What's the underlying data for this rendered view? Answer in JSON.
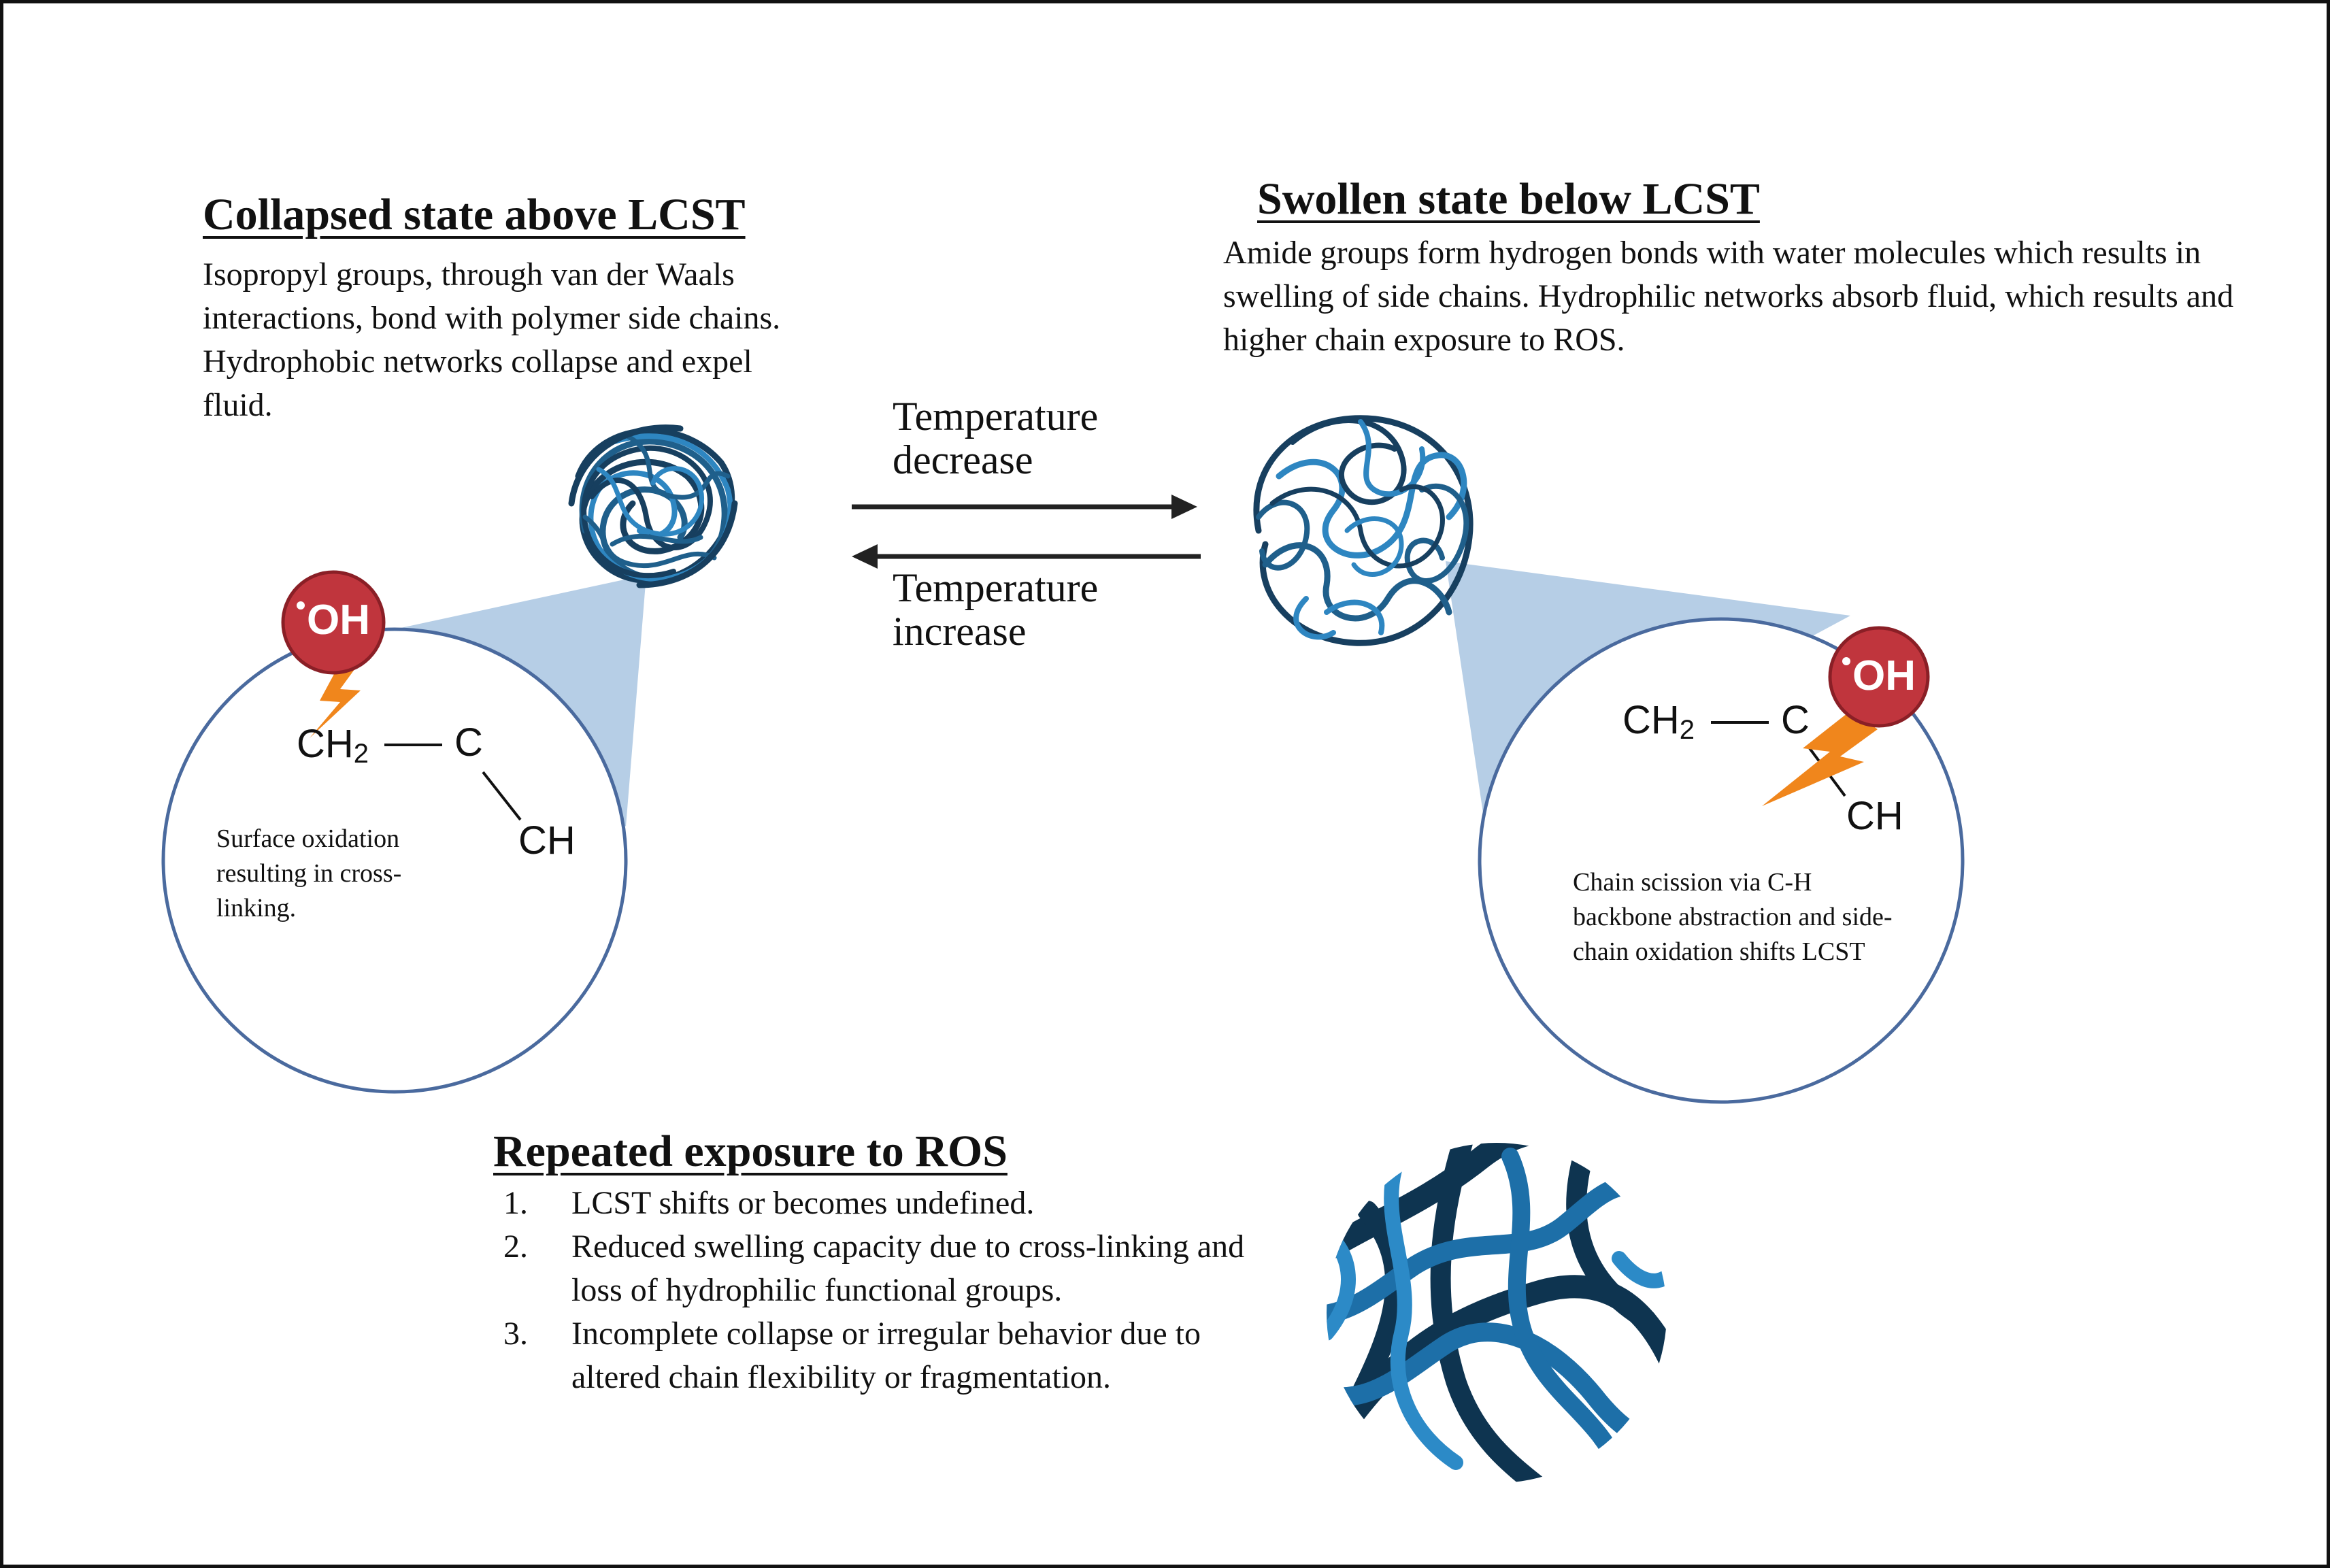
{
  "collapsed": {
    "heading": "Collapsed state above LCST",
    "description": "Isopropyl groups, through van der Waals interactions, bond with polymer side chains. Hydrophobic networks collapse and expel fluid.",
    "caption": "Surface oxidation resulting in cross-linking.",
    "formula": {
      "ch2": "CH",
      "sub": "2",
      "c": "C",
      "ch": "CH"
    },
    "radical": "OH"
  },
  "swollen": {
    "heading": "Swollen state below LCST",
    "description": "Amide groups form hydrogen bonds with water molecules which results in swelling of side chains. Hydrophilic networks absorb fluid, which results and higher chain exposure to ROS.",
    "caption": "Chain scission via C-H backbone abstraction and side-chain oxidation shifts LCST",
    "formula": {
      "ch2": "CH",
      "sub": "2",
      "c": "C",
      "ch": "CH"
    },
    "radical": "OH"
  },
  "arrows": {
    "forward_label": "Temperature decrease",
    "backward_label": "Temperature increase"
  },
  "repeated": {
    "heading": "Repeated  exposure to ROS",
    "items": [
      {
        "number": "1.",
        "text": "LCST shifts or becomes undefined."
      },
      {
        "number": "2.",
        "text": "Reduced swelling capacity due to cross-linking and loss of hydrophilic functional groups."
      },
      {
        "number": "3.",
        "text": "Incomplete collapse or irregular behavior due to altered chain flexibility or fragmentation."
      }
    ]
  },
  "colors": {
    "polymer_dark": "#173f5f",
    "polymer_mid": "#1f5f8b",
    "polymer_light": "#2e86c1",
    "zoom_fill": "#a9c6e2",
    "circle_border": "#4a6a9e",
    "radical_red": "#c0353d",
    "lightning_orange": "#f0861c"
  }
}
